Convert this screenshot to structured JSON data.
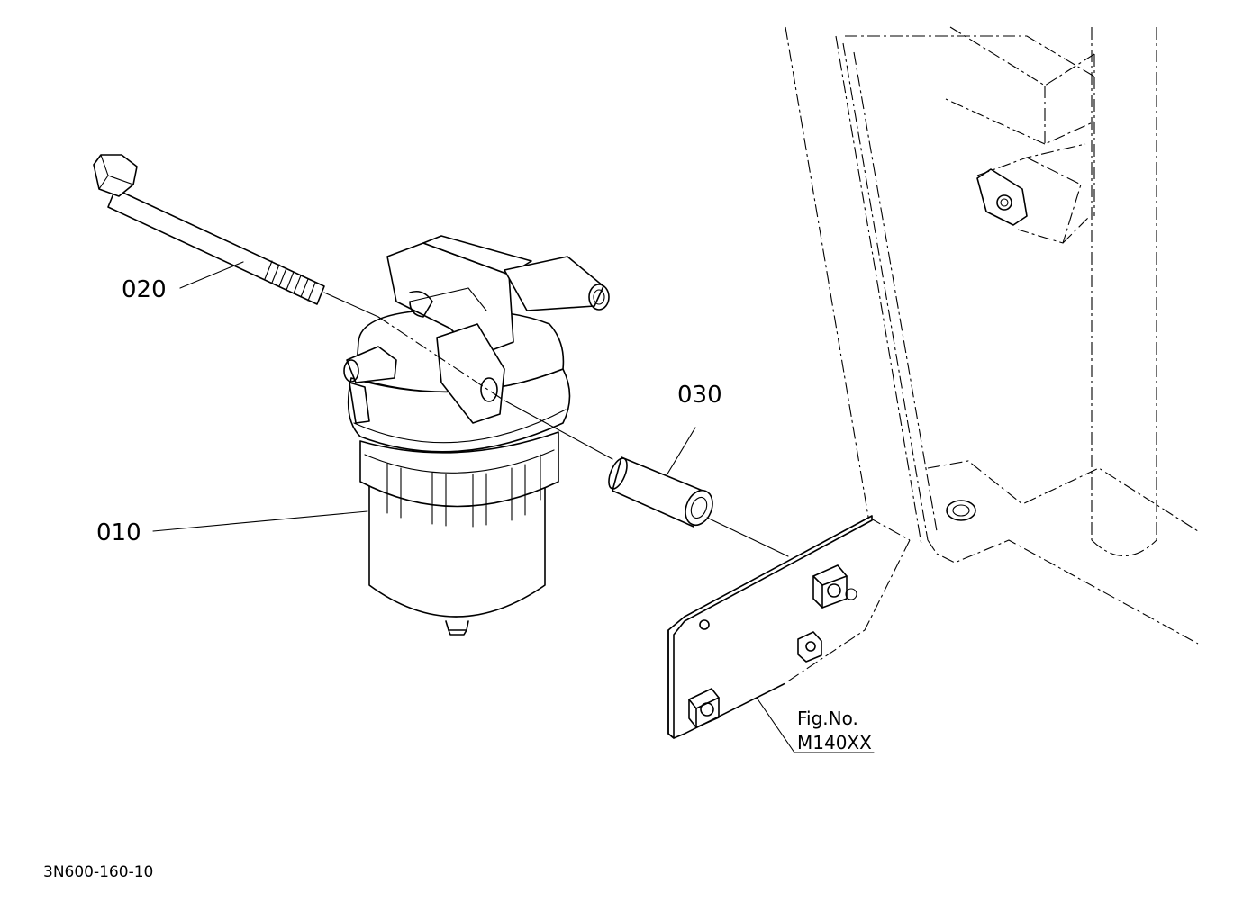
{
  "parts": [
    {
      "number": "010"
    },
    {
      "number": "020"
    },
    {
      "number": "030"
    }
  ],
  "figure": {
    "line1": "Fig.No.",
    "line2": "M140XX"
  },
  "drawing_code": "3N600-160-10"
}
